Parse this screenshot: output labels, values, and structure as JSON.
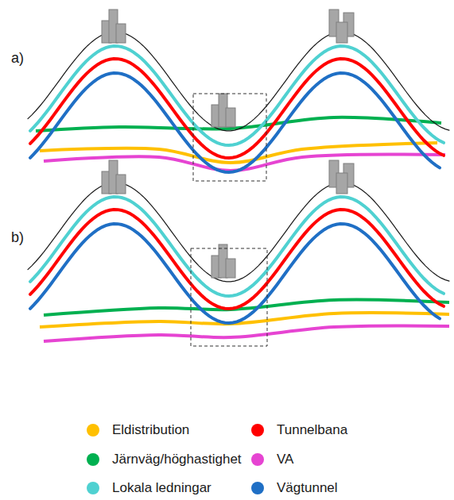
{
  "diagram": {
    "labels": [
      "a)",
      "b)"
    ],
    "legend": [
      {
        "text": "Eldistribution",
        "color": "#FFC000"
      },
      {
        "text": "Tunnelbana",
        "color": "#FF0000"
      },
      {
        "text": "Järnväg/höghastighet",
        "color": "#00B050"
      },
      {
        "text": "VA",
        "color": "#E644D2"
      },
      {
        "text": "Lokala ledningar",
        "color": "#4FD1D1"
      },
      {
        "text": "Vägtunnel",
        "color": "#1F6FC5"
      }
    ]
  }
}
